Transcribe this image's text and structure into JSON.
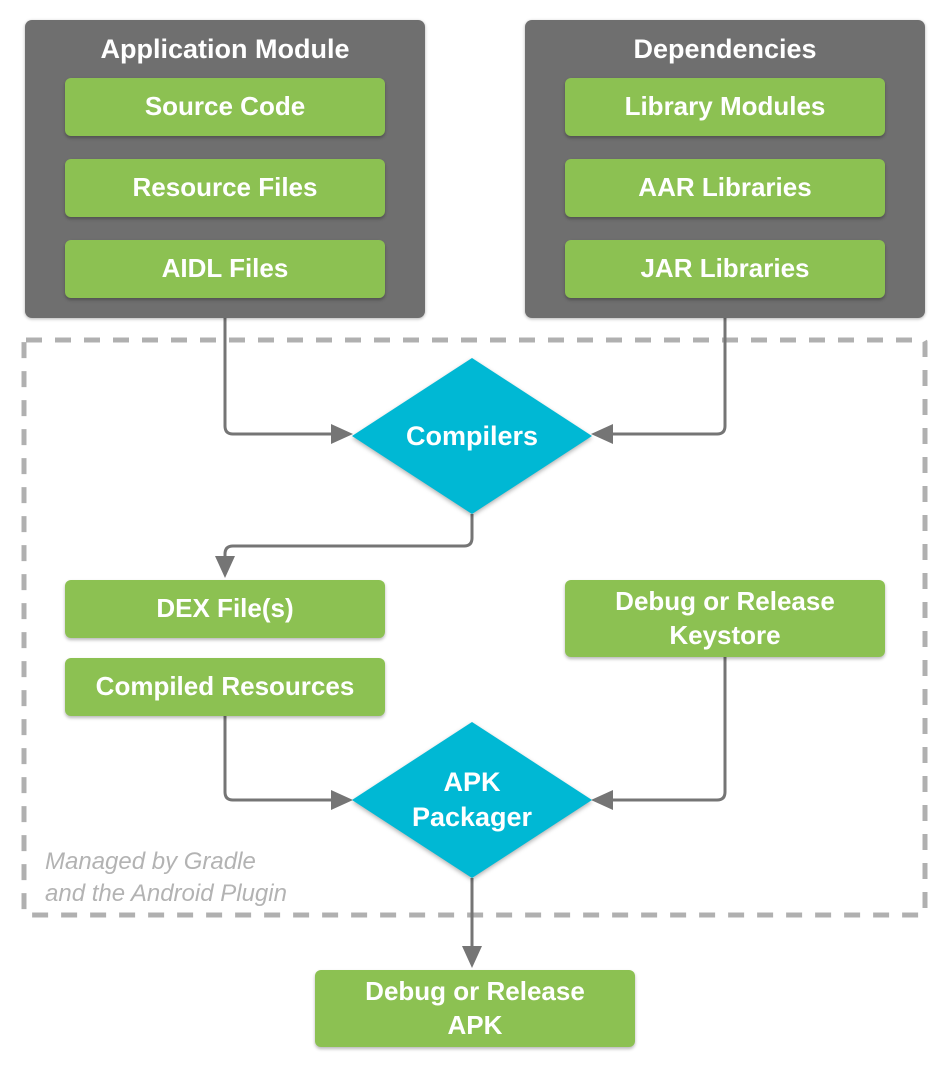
{
  "colors": {
    "green": "#8cc152",
    "gray": "#6f6f6f",
    "cyan": "#00b8d4",
    "arrow": "#757575",
    "dash": "#b0b0b0",
    "caption": "#b3b3b3",
    "text-on-fill": "#ffffff",
    "bg": "#ffffff"
  },
  "groups": {
    "application_module": {
      "title": "Application Module",
      "items": [
        "Source Code",
        "Resource Files",
        "AIDL Files"
      ]
    },
    "dependencies": {
      "title": "Dependencies",
      "items": [
        "Library Modules",
        "AAR Libraries",
        "JAR Libraries"
      ]
    }
  },
  "pipeline": {
    "compilers_label": "Compilers",
    "dex_label": "DEX File(s)",
    "compiled_resources_label": "Compiled Resources",
    "keystore_label": "Debug or Release\nKeystore",
    "apk_packager_label": "APK\nPackager",
    "output_apk_label": "Debug or Release\nAPK",
    "caption": "Managed by Gradle\nand the Android Plugin"
  }
}
